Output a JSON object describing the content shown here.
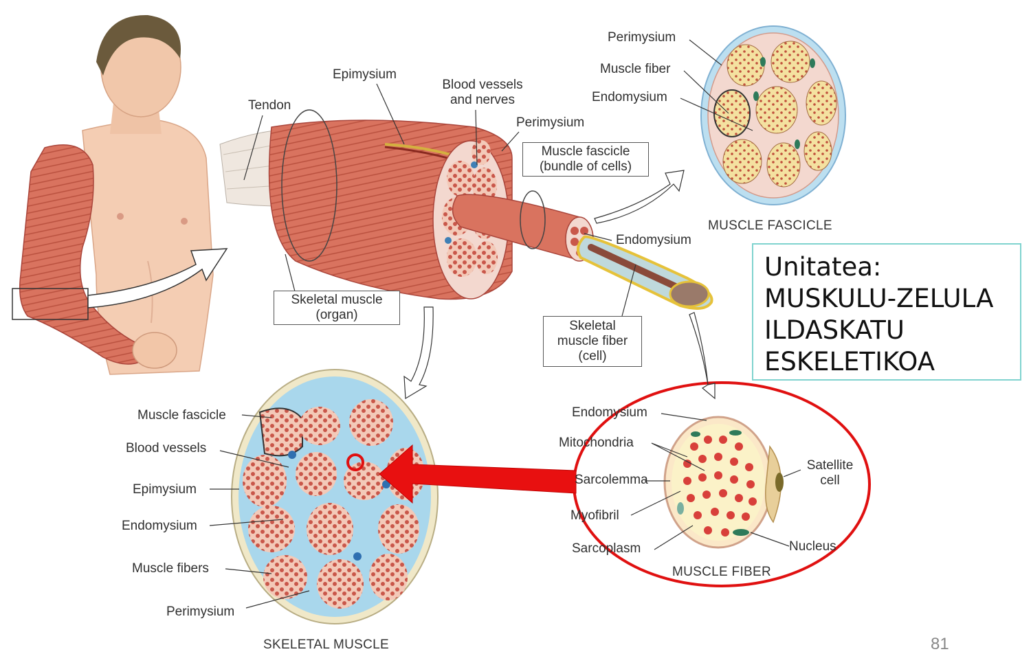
{
  "labels": {
    "tendon": "Tendon",
    "epimysium_top": "Epimysium",
    "blood_vessels_nerves_1": "Blood vessels",
    "blood_vessels_nerves_2": "and nerves",
    "perimysium_mid": "Perimysium",
    "muscle_fascicle_box_1": "Muscle fascicle",
    "muscle_fascicle_box_2": "(bundle of cells)",
    "perimysium_tr": "Perimysium",
    "muscle_fiber_tr": "Muscle fiber",
    "endomysium_tr": "Endomysium",
    "muscle_fascicle_caption": "MUSCLE FASCICLE",
    "endomysium_mid": "Endomysium",
    "skeletal_muscle_box_1": "Skeletal muscle",
    "skeletal_muscle_box_2": "(organ)",
    "skeletal_fiber_box_1": "Skeletal",
    "skeletal_fiber_box_2": "muscle fiber",
    "skeletal_fiber_box_3": "(cell)",
    "bl_muscle_fascicle": "Muscle fascicle",
    "bl_blood_vessels": "Blood vessels",
    "bl_epimysium": "Epimysium",
    "bl_endomysium": "Endomysium",
    "bl_muscle_fibers": "Muscle fibers",
    "bl_perimysium": "Perimysium",
    "skeletal_muscle_caption": "SKELETAL MUSCLE",
    "br_endomysium": "Endomysium",
    "br_mitochondria": "Mitochondria",
    "br_sarcolemma": "Sarcolemma",
    "br_myofibril": "Myofibril",
    "br_sarcoplasm": "Sarcoplasm",
    "br_satellite_1": "Satellite",
    "br_satellite_2": "cell",
    "br_nucleus": "Nucleus",
    "muscle_fiber_caption": "MUSCLE FIBER"
  },
  "unit_box": {
    "line1": "Unitatea:",
    "line2": "MUSKULU-ZELULA",
    "line3": "ILDASKATU",
    "line4": "ESKELETIKOA"
  },
  "page_number": "81",
  "colors": {
    "muscle": "#d9735f",
    "muscle_dark": "#b24a3a",
    "skin": "#f4cdb3",
    "connective": "#a9d7ec",
    "fiber_fill": "#f4e6a8",
    "highlight_red": "#e01010",
    "highlight_yellow": "#e6c23a",
    "box_teal": "#7fd3cf"
  }
}
